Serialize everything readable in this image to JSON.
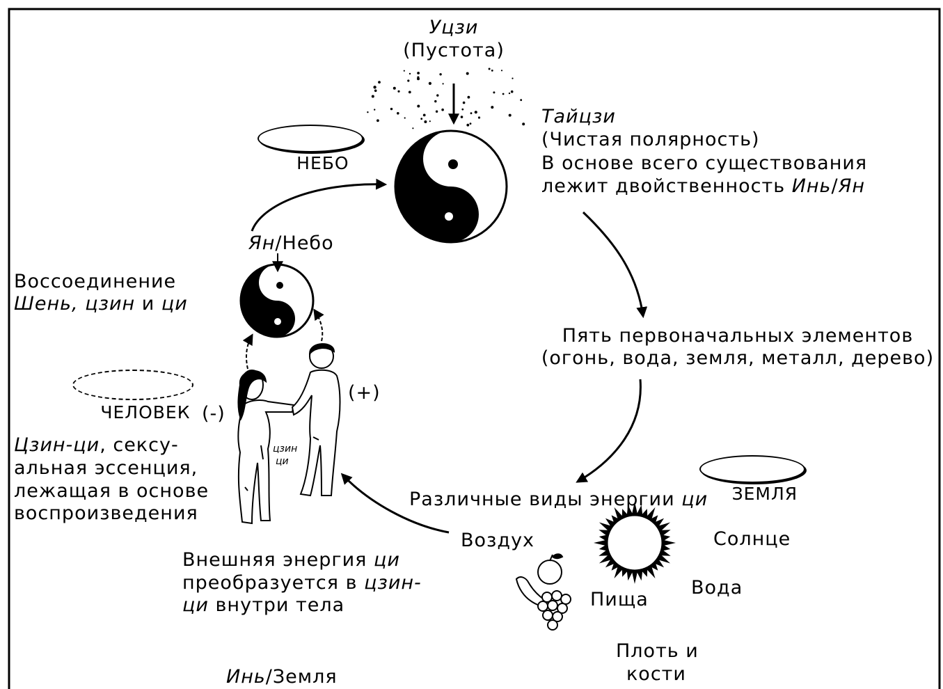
{
  "colors": {
    "ink": "#000000",
    "paper": "#ffffff"
  },
  "wuji": {
    "name": "Уцзи",
    "subtitle": "(Пустота)"
  },
  "heaven_label": "НЕБО",
  "taiji": {
    "name": "Тайцзи",
    "subtitle": "(Чистая полярность)",
    "line1": "В основе всего существования",
    "line2_text": "лежит двойственность ",
    "line2_yin": "Инь",
    "line2_slash": "/",
    "line2_yang": "Ян"
  },
  "five_elements": {
    "line1": "Пять первоначальных элементов",
    "line2": "(огонь, вода, земля, металл, дерево)"
  },
  "earth_label": "ЗЕМЛЯ",
  "qi_sources": {
    "heading_text": "Различные виды энергии ",
    "heading_qi": "ци",
    "air": "Воздух",
    "sun": "Солнце",
    "water": "Вода",
    "food": "Пища",
    "flesh_line1": "Плоть и",
    "flesh_line2": "кости"
  },
  "yin_earth": {
    "yin": "Инь",
    "rest": "/Земля"
  },
  "transformation": {
    "line1_text": "Внешняя энергия ",
    "line1_qi": "ци",
    "line2_text": "преобразуется в ",
    "line2_jing": "цзин-",
    "line3_qi": "ци",
    "line3_text": " внутри тела"
  },
  "yang_heaven": {
    "yang": "Ян",
    "rest": "/Небо"
  },
  "reunion": {
    "line1": "Воссоединение",
    "line2_shen_jing": "Шень, цзин",
    "line2_and": " и ",
    "line2_qi": "ци"
  },
  "human_label": "ЧЕЛОВЕК",
  "polarity": {
    "plus": "(+)",
    "minus": "(-)"
  },
  "body_label": {
    "jing": "цзин",
    "qi": "ци"
  },
  "jing_qi": {
    "line1_term": "Цзин-ци",
    "line1_text": ", сексу-",
    "line2": "альная эссенция,",
    "line3": "лежащая в основе",
    "line4": "воспроизведения"
  }
}
